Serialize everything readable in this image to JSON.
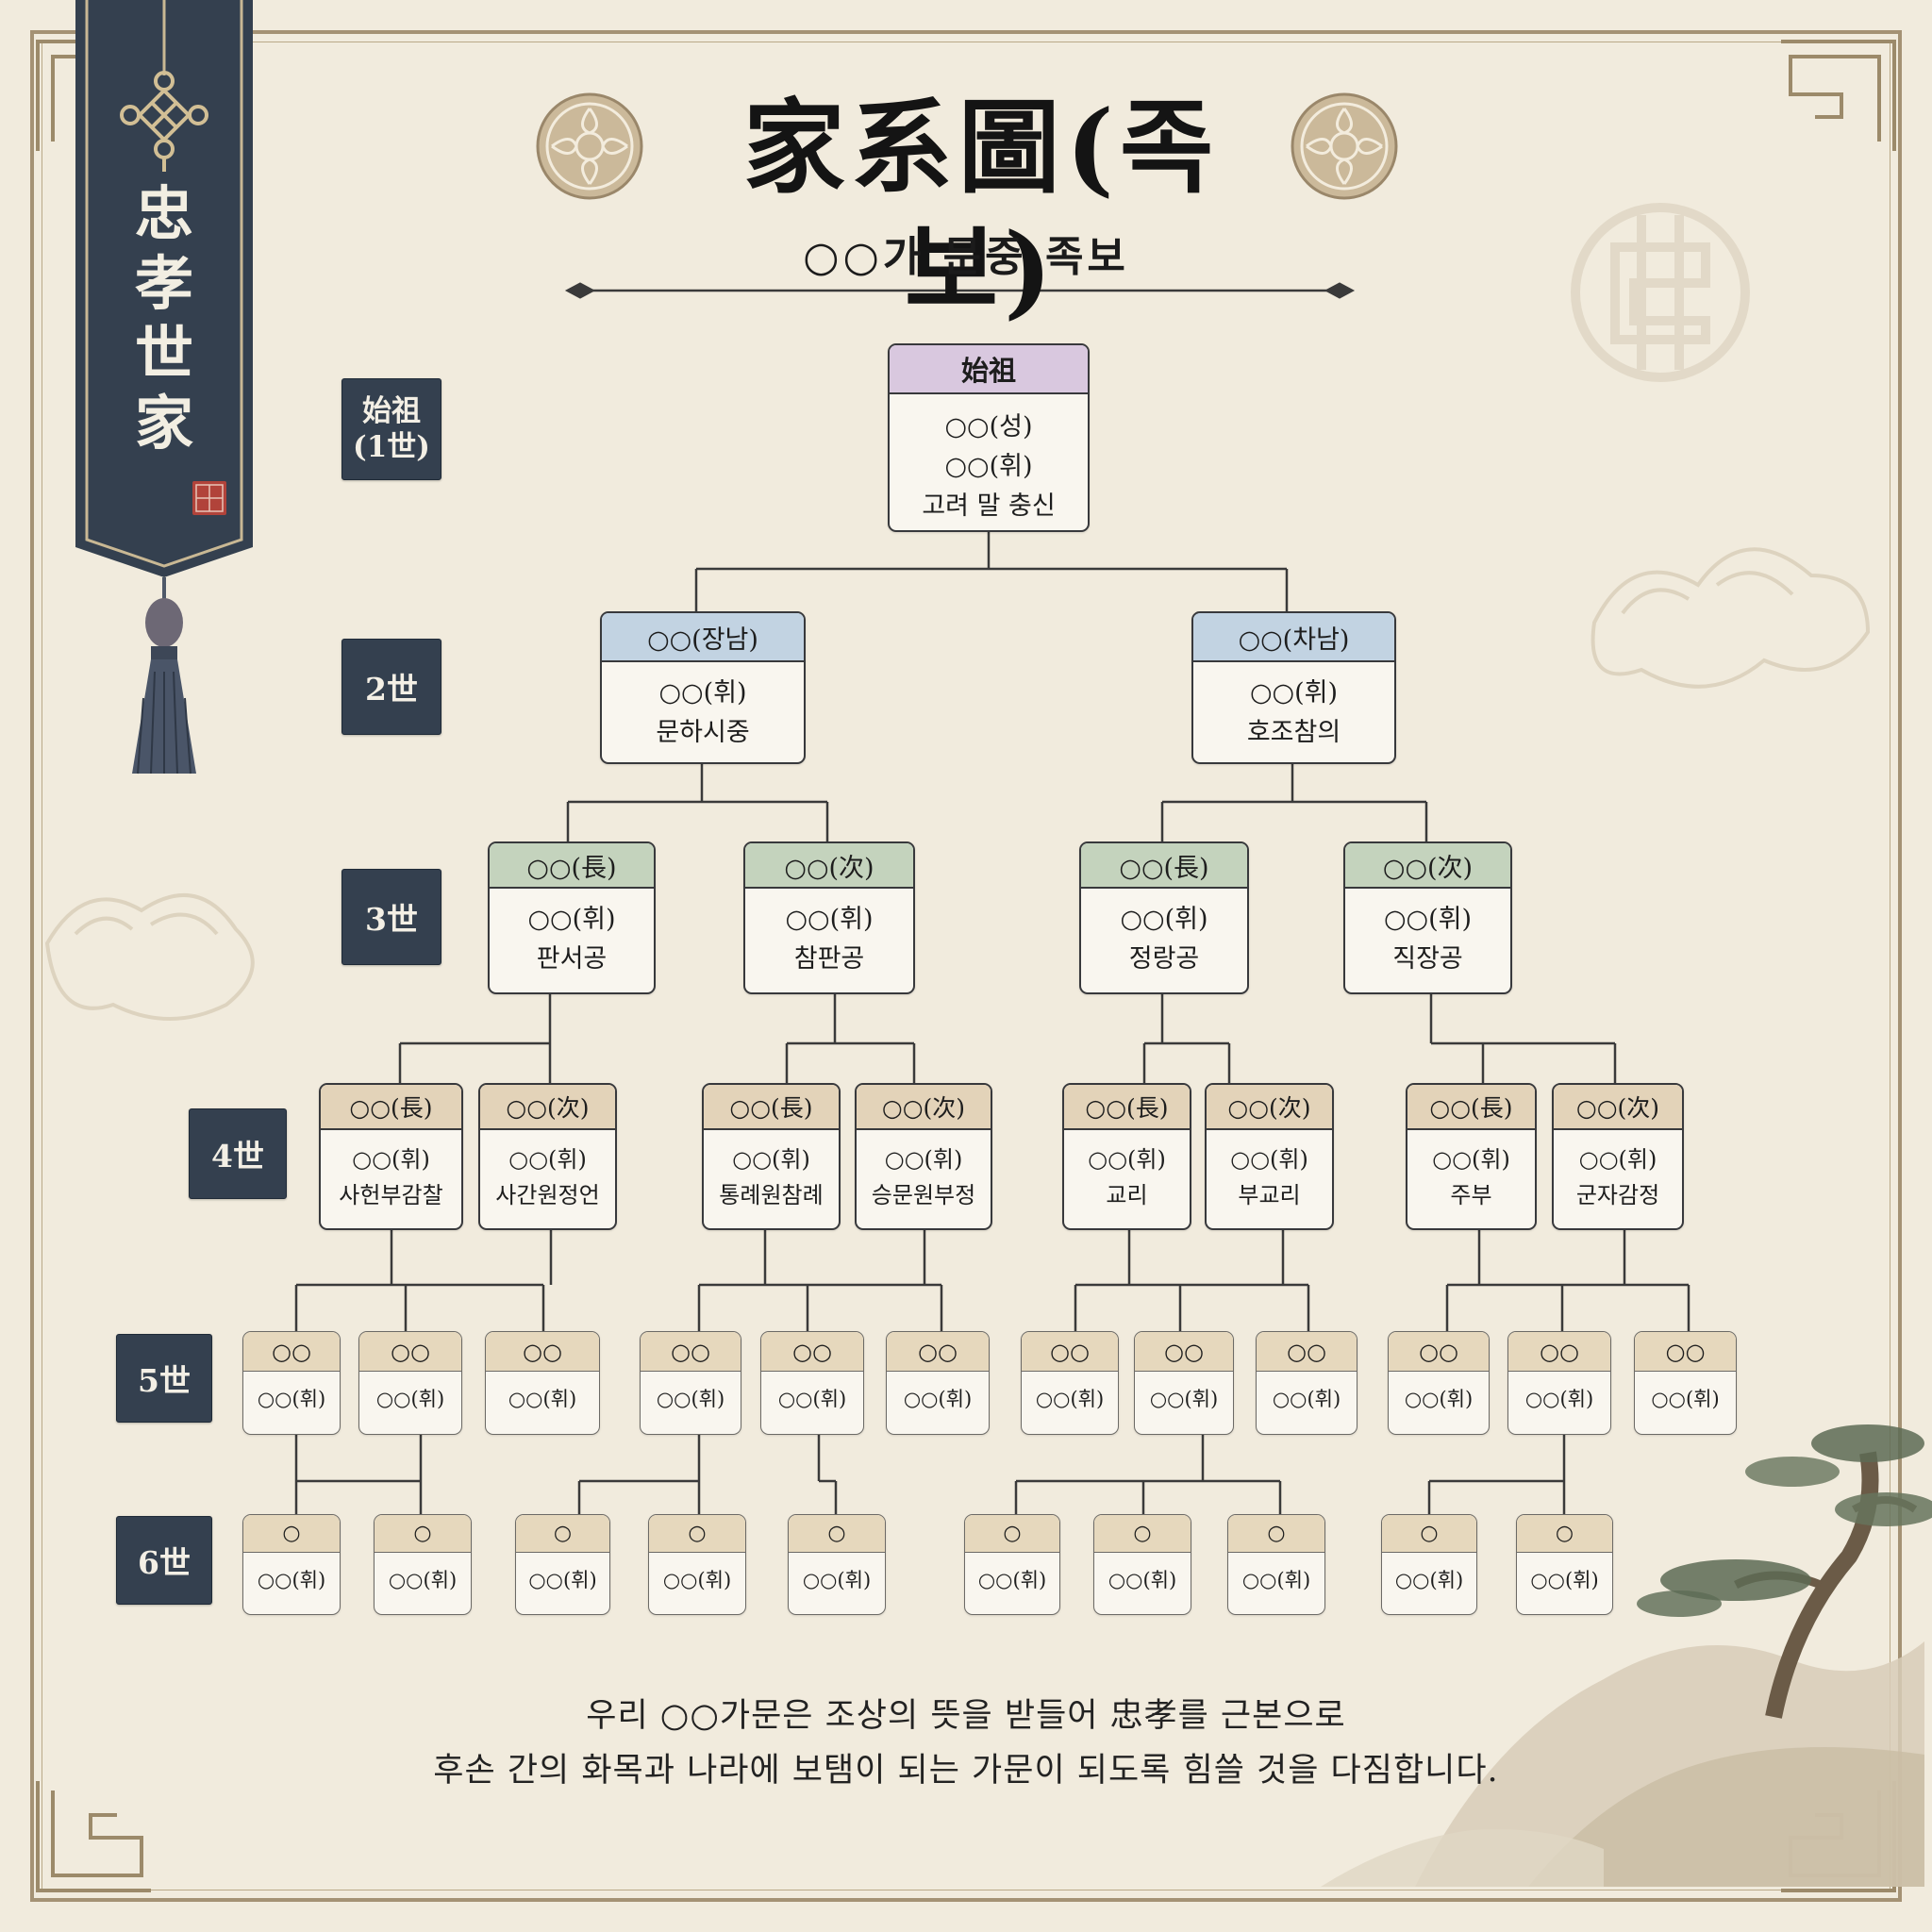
{
  "banner": {
    "chars": [
      "忠",
      "孝",
      "世",
      "家"
    ]
  },
  "title": "家系圖(족보)",
  "subtitle": "○○가 문중 족보",
  "generations": {
    "g1": {
      "line1": "始祖",
      "line2": "(1世)"
    },
    "g2": "2世",
    "g3": "3世",
    "g4": "4世",
    "g5": "5世",
    "g6": "6世"
  },
  "tree": {
    "root": {
      "header": "始祖",
      "lines": [
        "○○(성)",
        "○○(휘)",
        "고려 말 충신"
      ]
    },
    "gen2": [
      {
        "header": "○○(장남)",
        "lines": [
          "○○(휘)",
          "문하시중"
        ]
      },
      {
        "header": "○○(차남)",
        "lines": [
          "○○(휘)",
          "호조참의"
        ]
      }
    ],
    "gen3": [
      {
        "header": "○○(長)",
        "lines": [
          "○○(휘)",
          "판서공"
        ]
      },
      {
        "header": "○○(次)",
        "lines": [
          "○○(휘)",
          "참판공"
        ]
      },
      {
        "header": "○○(長)",
        "lines": [
          "○○(휘)",
          "정랑공"
        ]
      },
      {
        "header": "○○(次)",
        "lines": [
          "○○(휘)",
          "직장공"
        ]
      }
    ],
    "gen4": [
      {
        "header": "○○(長)",
        "lines": [
          "○○(휘)",
          "사헌부감찰"
        ]
      },
      {
        "header": "○○(次)",
        "lines": [
          "○○(휘)",
          "사간원정언"
        ]
      },
      {
        "header": "○○(長)",
        "lines": [
          "○○(휘)",
          "통례원참례"
        ]
      },
      {
        "header": "○○(次)",
        "lines": [
          "○○(휘)",
          "승문원부정"
        ]
      },
      {
        "header": "○○(長)",
        "lines": [
          "○○(휘)",
          "교리"
        ]
      },
      {
        "header": "○○(次)",
        "lines": [
          "○○(휘)",
          "부교리"
        ]
      },
      {
        "header": "○○(長)",
        "lines": [
          "○○(휘)",
          "주부"
        ]
      },
      {
        "header": "○○(次)",
        "lines": [
          "○○(휘)",
          "군자감정"
        ]
      }
    ],
    "gen5": [
      {
        "header": "○○",
        "lines": [
          "○○(휘)"
        ]
      },
      {
        "header": "○○",
        "lines": [
          "○○(휘)"
        ]
      },
      {
        "header": "○○",
        "lines": [
          "○○(휘)"
        ]
      },
      {
        "header": "○○",
        "lines": [
          "○○(휘)"
        ]
      },
      {
        "header": "○○",
        "lines": [
          "○○(휘)"
        ]
      },
      {
        "header": "○○",
        "lines": [
          "○○(휘)"
        ]
      },
      {
        "header": "○○",
        "lines": [
          "○○(휘)"
        ]
      },
      {
        "header": "○○",
        "lines": [
          "○○(휘)"
        ]
      },
      {
        "header": "○○",
        "lines": [
          "○○(휘)"
        ]
      },
      {
        "header": "○○",
        "lines": [
          "○○(휘)"
        ]
      },
      {
        "header": "○○",
        "lines": [
          "○○(휘)"
        ]
      },
      {
        "header": "○○",
        "lines": [
          "○○(휘)"
        ]
      }
    ],
    "gen6": [
      {
        "header": "○",
        "lines": [
          "○○(휘)"
        ]
      },
      {
        "header": "○",
        "lines": [
          "○○(휘)"
        ]
      },
      {
        "header": "○",
        "lines": [
          "○○(휘)"
        ]
      },
      {
        "header": "○",
        "lines": [
          "○○(휘)"
        ]
      },
      {
        "header": "○",
        "lines": [
          "○○(휘)"
        ]
      },
      {
        "header": "○",
        "lines": [
          "○○(휘)"
        ]
      },
      {
        "header": "○",
        "lines": [
          "○○(휘)"
        ]
      },
      {
        "header": "○",
        "lines": [
          "○○(휘)"
        ]
      },
      {
        "header": "○",
        "lines": [
          "○○(휘)"
        ]
      },
      {
        "header": "○",
        "lines": [
          "○○(휘)"
        ]
      }
    ]
  },
  "footer": {
    "line1": "우리 ○○가문은 조상의 뜻을 받들어 忠孝를 근본으로",
    "line2": "후손 간의 화목과 나라에 보탬이 되는 가문이 되도록 힘쓸 것을 다짐합니다."
  },
  "colors": {
    "background": "#f1ebdd",
    "banner": "#34404f",
    "root_header": "#d9c8df",
    "gen2_header": "#c2d3e2",
    "gen3_header": "#c4d3bd",
    "gen4_header": "#e3d3b9",
    "line": "#3a3a3a"
  },
  "icons": [
    "lotus-medallion-icon",
    "endless-knot-icon",
    "tassel-icon",
    "seal-stamp-icon",
    "cloud-pattern-icon",
    "pine-tree-icon",
    "longevity-symbol-icon"
  ]
}
